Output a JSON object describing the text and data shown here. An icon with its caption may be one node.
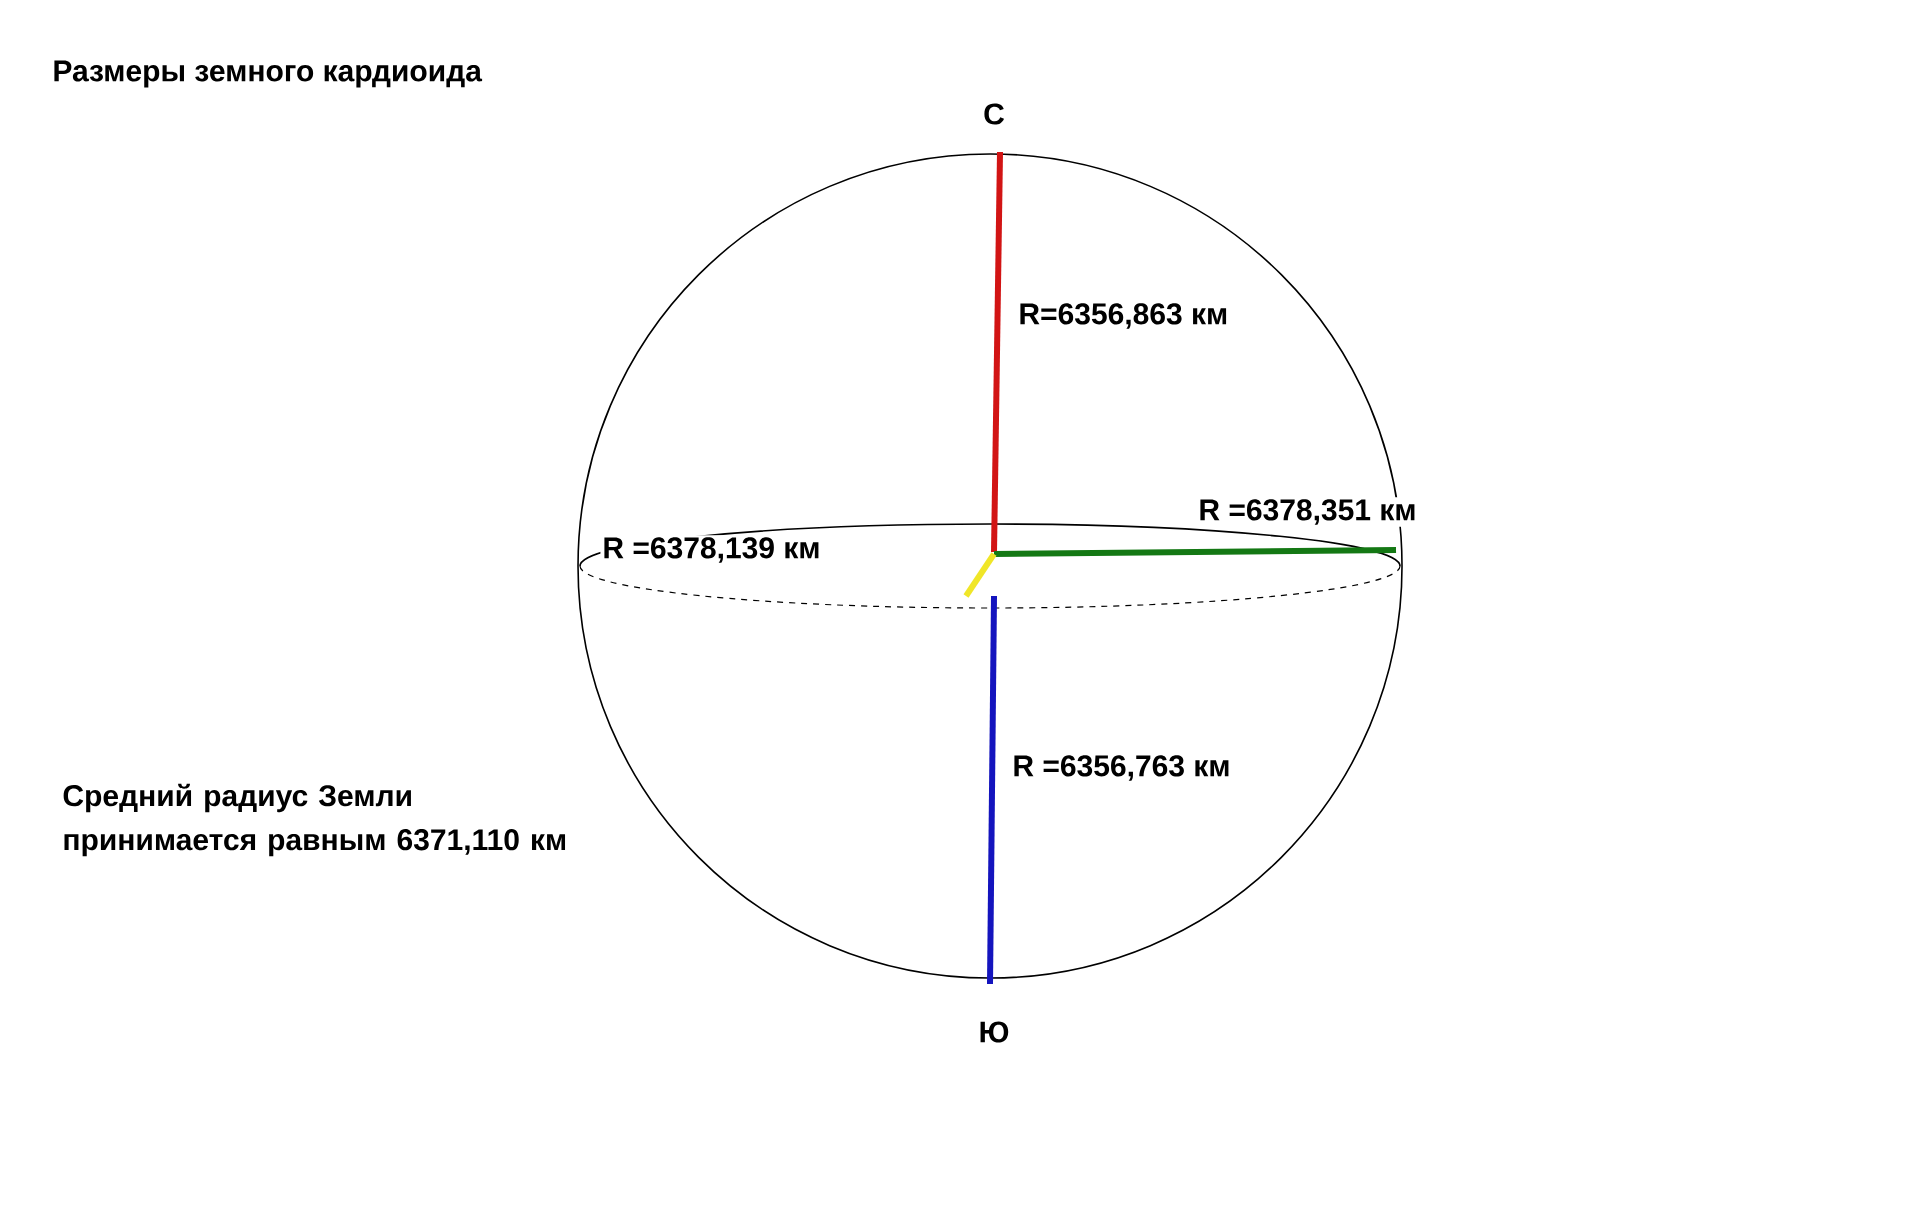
{
  "diagram": {
    "title": "Размеры земного кардиоида",
    "labels": [
      "С",
      "R=6356,863 км",
      "R =6378,351 км",
      "R =6378,139 км",
      "Средний радиус Земли принимается равным 6371,110 км",
      "R =6356,763 км",
      "Ю"
    ]
  }
}
